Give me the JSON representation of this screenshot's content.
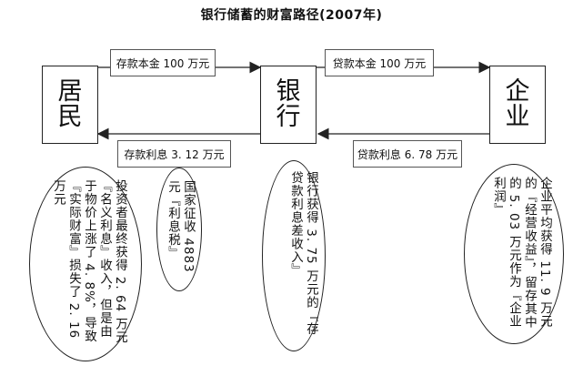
{
  "title": "银行储蓄的财富路径(2007年)",
  "entities": {
    "resident": {
      "line1": "居",
      "line2": "民"
    },
    "bank": {
      "line1": "银",
      "line2": "行"
    },
    "enterprise": {
      "line1": "企",
      "line2": "业"
    }
  },
  "flows": {
    "deposit_principal": "存款本金 100 万元",
    "loan_principal": "贷款本金 100 万元",
    "deposit_interest": "存款利息 3. 12 万元",
    "loan_interest": "贷款利息 6. 78 万元"
  },
  "notes": {
    "investor": "投资者最终获得 2. 64 万元『名义利息』收入，但是由于物价上涨了 4. 8%，导致『实际财富』损失了 2. 16 万元",
    "tax": "国家征收 4883 元『利息税』",
    "bank_income": "银行获得 3. 75 万元的『存贷款利息差收入』",
    "enterprise_profit": "企业平均获得 11. 9 万元的『经营收益』，留存其中的 5. 03 万元作为『企业利润』"
  }
}
